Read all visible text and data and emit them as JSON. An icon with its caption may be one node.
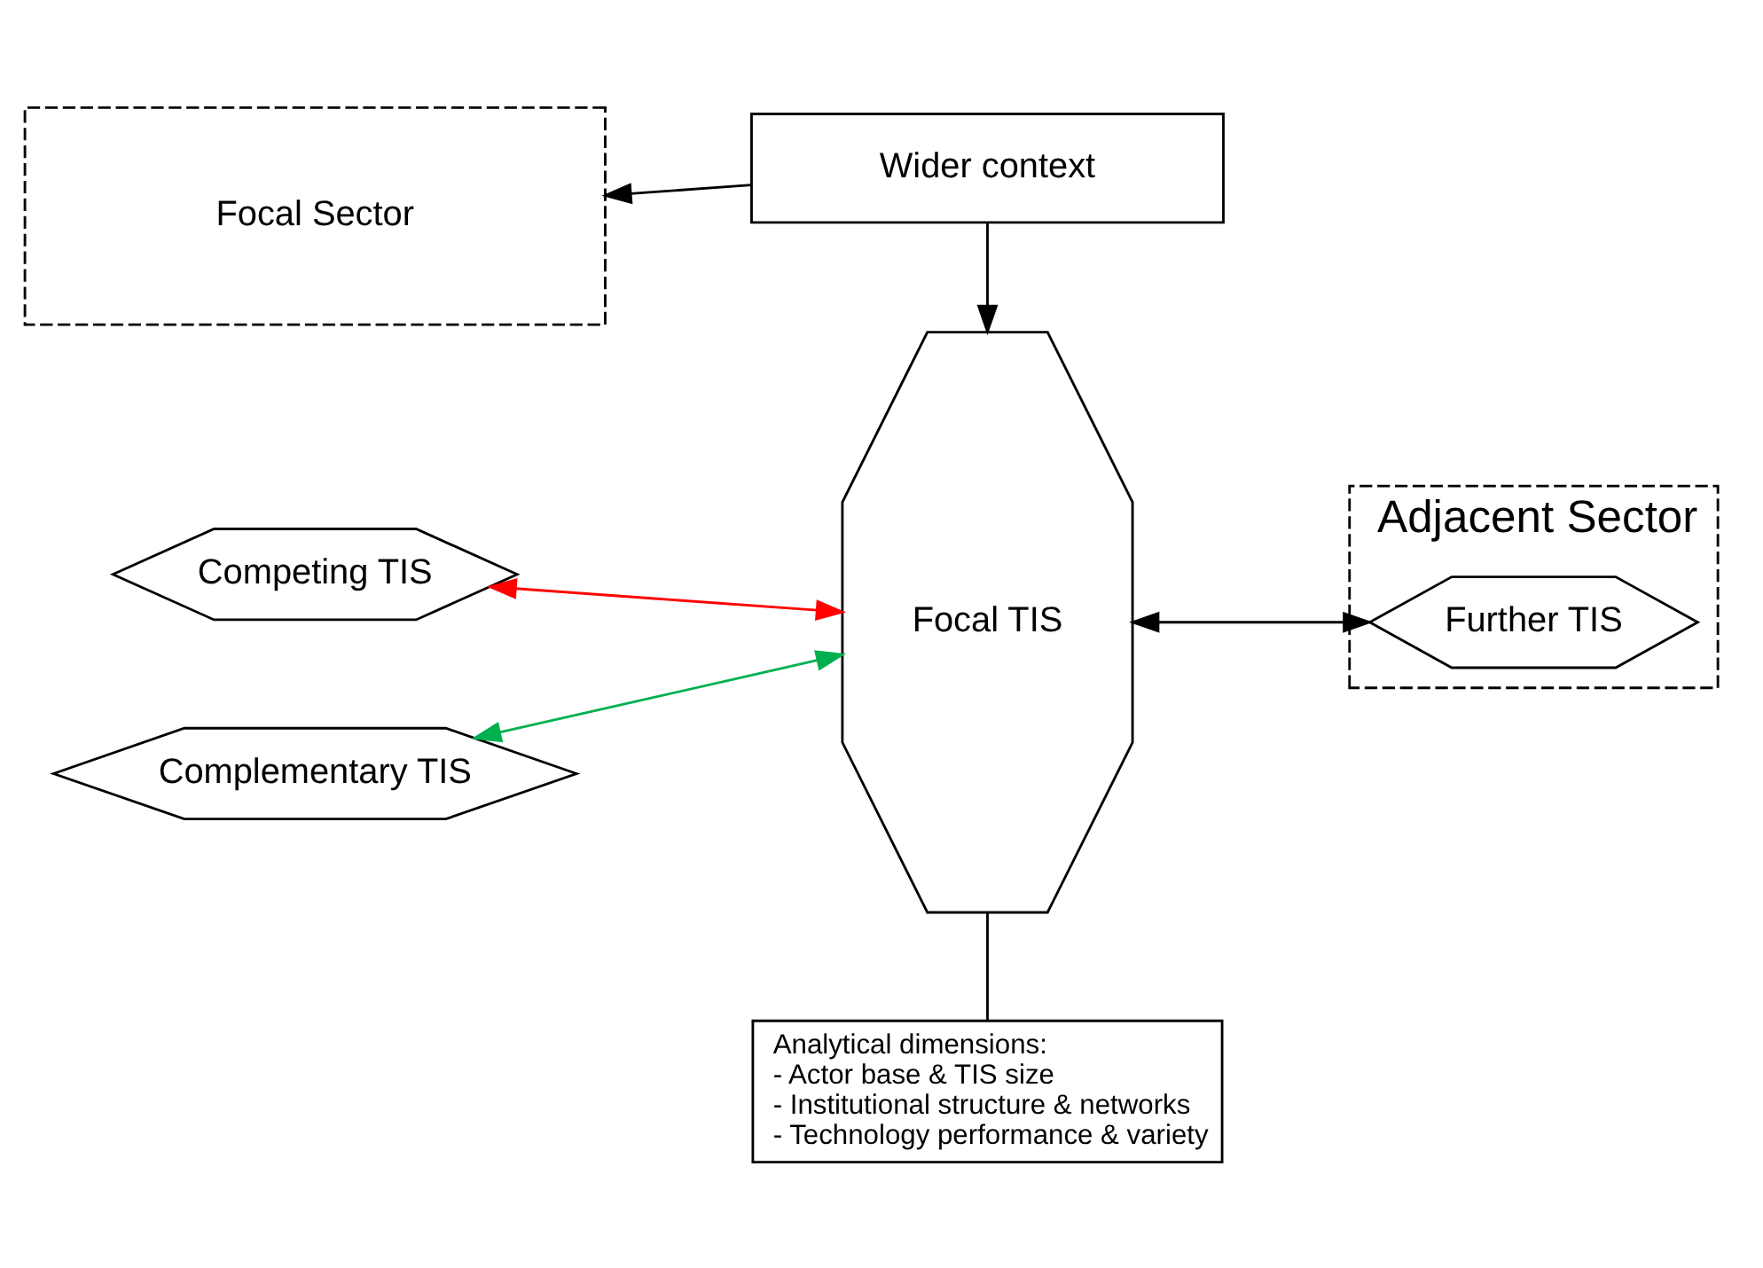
{
  "diagram": {
    "nodes": [
      {
        "text": [
          "Wider context"
        ]
      },
      {
        "text": [
          "Focal TIS"
        ]
      },
      {
        "text": [
          "Focal Sector"
        ]
      },
      {
        "text": [
          "Adjacent Sector"
        ]
      },
      {
        "text": [
          "Competing TIS"
        ]
      },
      {
        "text": [
          "Complementary TIS"
        ]
      },
      {
        "text": [
          "Further TIS"
        ],
        "in": 3
      },
      {
        "text": [
          "Analytical dimensions:",
          "- Actor base & TIS size",
          "- Institutional structure & networks",
          "- Technology performance & variety"
        ]
      }
    ],
    "edges": [
      {
        "from": 0,
        "to": 2,
        "arrow": "to"
      },
      {
        "from": 0,
        "to": 1,
        "arrow": "to"
      },
      {
        "from": 7,
        "to": 1,
        "arrow": "none"
      },
      {
        "from": 4,
        "to": 1,
        "arrow": "both",
        "color": "#ff0000"
      },
      {
        "from": 5,
        "to": 1,
        "arrow": "both",
        "color": "#00b050"
      },
      {
        "from": 1,
        "to": 6,
        "arrow": "both"
      }
    ]
  }
}
